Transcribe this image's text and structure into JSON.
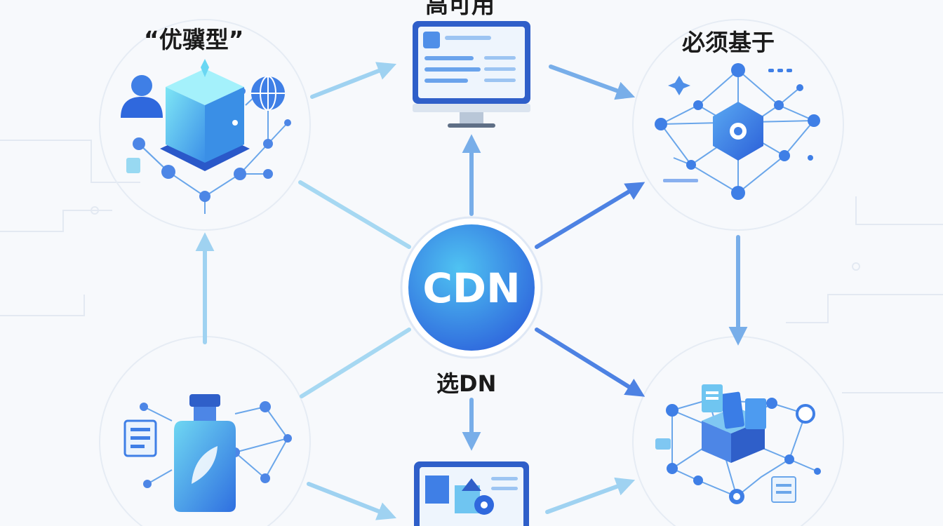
{
  "labels": {
    "top_left": "“优骥型”",
    "top_center": "高可用",
    "top_right": "必须基于",
    "center": "CDN",
    "below_center": "选DN"
  },
  "colors": {
    "accent": "#3f7fe6",
    "arrow_light": "#9fd2f1",
    "arrow_dark": "#4d82e3",
    "line": "#8cb6ee",
    "background": "#f7f9fc"
  },
  "icons": [
    "person-icon",
    "cube-icon",
    "globe-icon",
    "monitor-icon",
    "hexagon-network-icon",
    "bottle-icon",
    "network-blocks-icon",
    "document-icon"
  ]
}
